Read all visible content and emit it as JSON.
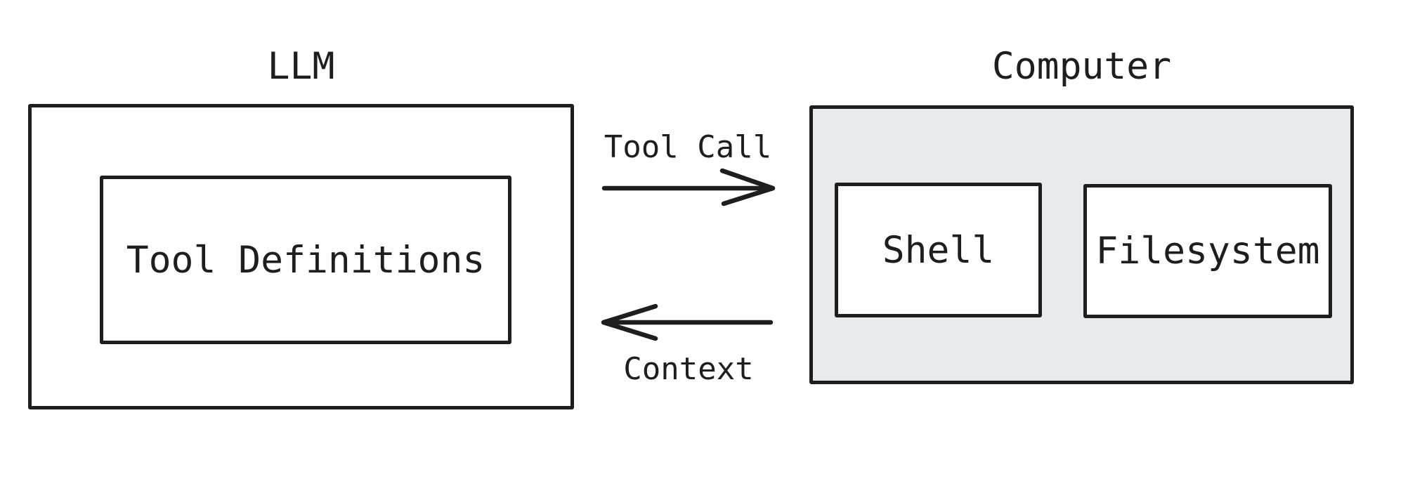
{
  "diagram": {
    "llm": {
      "title": "LLM",
      "tool_definitions_label": "Tool Definitions"
    },
    "computer": {
      "title": "Computer",
      "shell_label": "Shell",
      "filesystem_label": "Filesystem"
    },
    "arrows": {
      "tool_call_label": "Tool Call",
      "context_label": "Context"
    },
    "colors": {
      "stroke": "#1e1e1e",
      "computer_fill": "#e8ebee",
      "box_fill": "#ffffff",
      "background": "#ffffff"
    }
  }
}
